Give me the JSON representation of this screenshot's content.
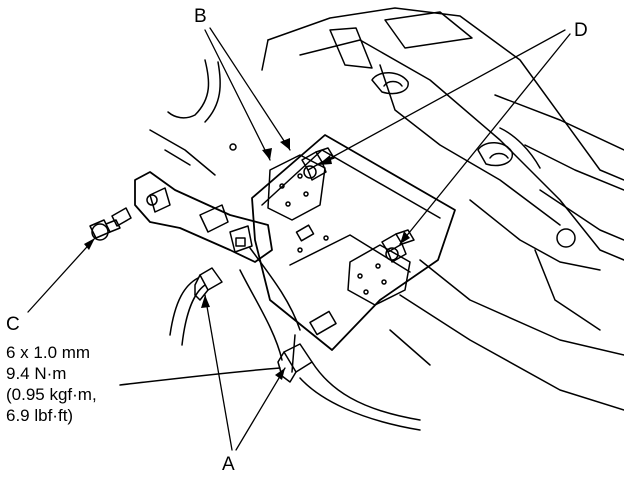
{
  "callouts": {
    "a": "A",
    "b": "B",
    "c": "C",
    "d": "D"
  },
  "bolt_spec": {
    "size": "6 x 1.0 mm",
    "torque_nm": "9.4 N·m",
    "torque_kgf": "(0.95 kgf·m,",
    "torque_lbf": "6.9 lbf·ft)"
  },
  "colors": {
    "line": "#000000",
    "background": "#ffffff"
  }
}
